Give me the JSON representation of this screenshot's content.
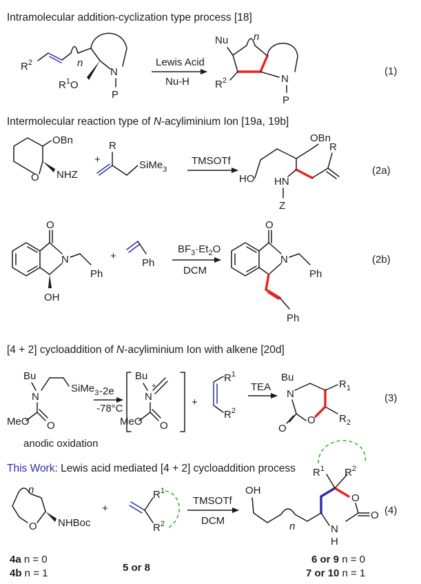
{
  "headings": {
    "h1": "Intramolecular addition-cyclization type process [18]",
    "h2_pre": "Intermolecular reaction type of ",
    "h2_ital": "N",
    "h2_post": "-acyliminium Ion [19a, 19b]",
    "h3_pre": "[4 + 2] cycloaddition of ",
    "h3_ital": "N",
    "h3_post": "-acyliminium Ion with alkene [20d]",
    "h4_blue": "This Work:",
    "h4_rest": " Lewis acid mediated [4 + 2] cycloaddition process"
  },
  "colors": {
    "highlight_bond": "#e8231f",
    "accent": "#2e2ca6",
    "ring_hint": "#33b233"
  },
  "eq_numbers": {
    "e1": "(1)",
    "e2a": "(2a)",
    "e2b": "(2b)",
    "e3": "(3)",
    "e4": "(4)"
  },
  "reagents": {
    "r1_top": "Lewis Acid",
    "r1_bot": "Nu-H",
    "r2a": "TMSOTf",
    "r2b_top_pre": "BF",
    "r2b_top_sub": "3",
    "r2b_top_post": "·Et",
    "r2b_top_sub2": "2",
    "r2b_top_post2": "O",
    "r2b_bot": "DCM",
    "r3_top": "-2e",
    "r3_bot": "-78°C",
    "r3b": "TEA",
    "r4_top": "TMSOTf",
    "r4_bot": "DCM"
  },
  "atoms": {
    "R": "R",
    "R1": "R",
    "R2": "R",
    "sup1": "1",
    "sup2": "2",
    "sub1": "1",
    "sub2": "2",
    "n": "n",
    "N": "N",
    "P": "P",
    "O": "O",
    "Nu": "Nu",
    "H": "H",
    "Z": "Z",
    "plus": "+",
    "charge": "+",
    "OBn": "OBn",
    "NHZ": "NHZ",
    "SiMe3": "SiMe",
    "sub3": "3",
    "HO": "HO",
    "Ph": "Ph",
    "OH": "OH",
    "Bu": "Bu",
    "MeO": "MeO",
    "NHBoc": "NHBoc"
  },
  "captions": {
    "anodic": "anodic oxidation",
    "c4a_b": "4a",
    "c4a_r": " n = 0",
    "c4b_b": "4b",
    "c4b_r": " n = 1",
    "c58": "5 or 8",
    "c69_b": "6 or 9",
    "c69_r": " n = 0",
    "c710_b": "7 or 10",
    "c710_r": " n = 1"
  }
}
